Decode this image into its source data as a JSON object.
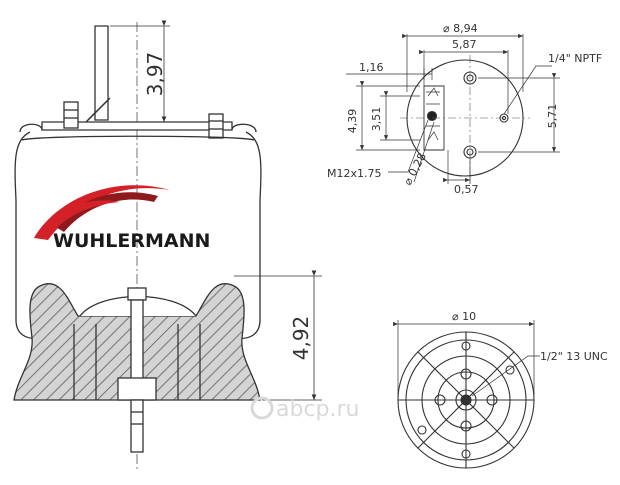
{
  "brand": {
    "name": "WUHLERMANN",
    "colors": {
      "red": "#d42027",
      "dark_red": "#8e1a1e",
      "text": "#1a1a1a"
    }
  },
  "watermark": {
    "text": "abcp.ru",
    "color": "#d9d9d9"
  },
  "side_view": {
    "height_top": "3,97",
    "height_bottom": "4,92"
  },
  "top_view": {
    "diameter_outer": "⌀ 8,94",
    "span": "5,87",
    "left_offset": "1,16",
    "port_label": "1/4\" NPTF",
    "vert_a": "4,39",
    "vert_b": "3,51",
    "vert_right": "5,71",
    "thread_label": "M12x1.75",
    "hole_diameter": "⌀ 0,28",
    "bottom_offset": "0,57"
  },
  "bottom_view": {
    "diameter": "⌀ 10",
    "thread_label": "1/2\" 13 UNC"
  },
  "colors": {
    "line": "#333333",
    "hatch": "#888888",
    "fill_gray": "#c8c8c8"
  }
}
